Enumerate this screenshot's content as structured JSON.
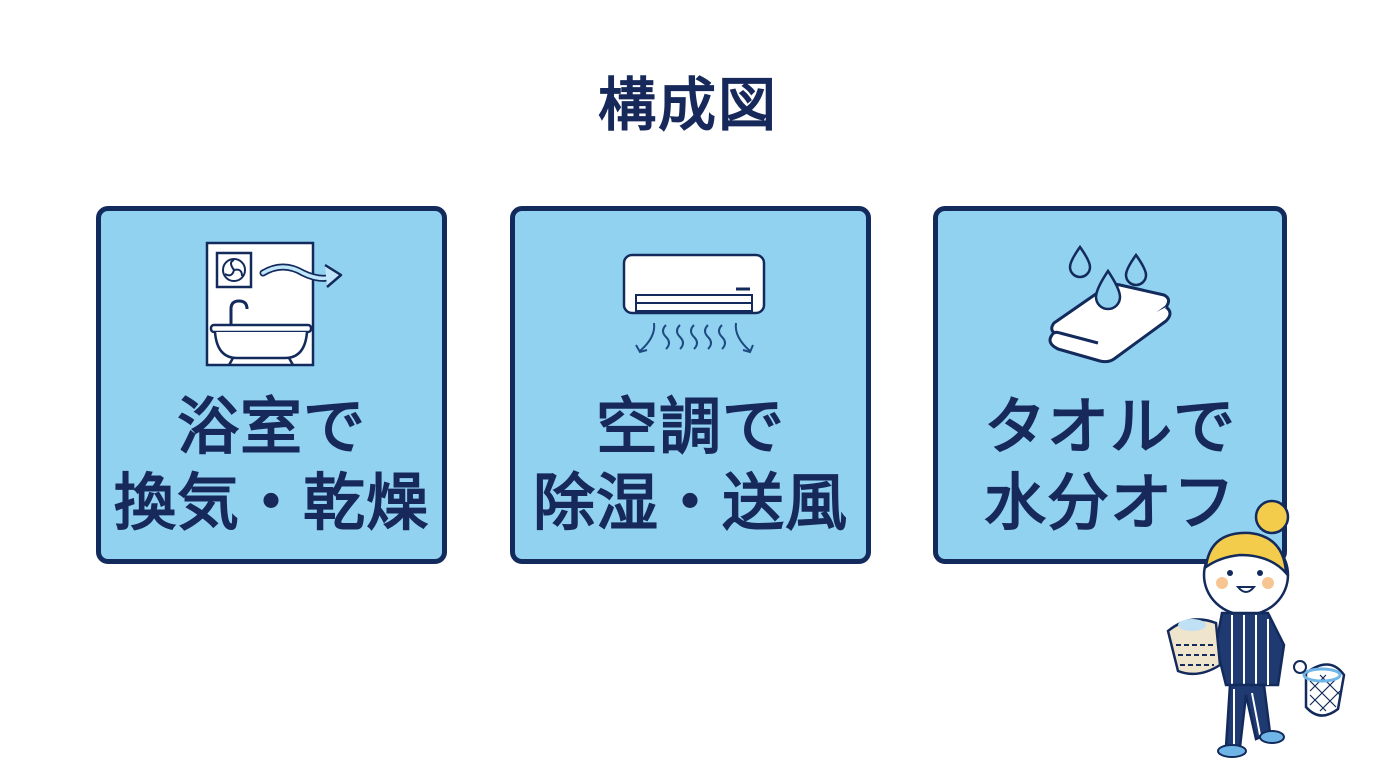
{
  "title": "構成図",
  "colors": {
    "panel_fill": "#92d2f1",
    "panel_border": "#132a5c",
    "text": "#17295a",
    "background": "#ffffff"
  },
  "panels": [
    {
      "icon": "bathroom-ventilation-fan-bathtub-icon",
      "line1": "浴室で",
      "line2": "換気・乾燥"
    },
    {
      "icon": "air-conditioner-airflow-icon",
      "line1": "空調で",
      "line2": "除湿・送風"
    },
    {
      "icon": "towel-water-drops-icon",
      "line1": "タオルで",
      "line2": "水分オフ"
    }
  ],
  "character": {
    "description": "woman-in-striped-pajamas-carrying-laundry-baskets"
  }
}
